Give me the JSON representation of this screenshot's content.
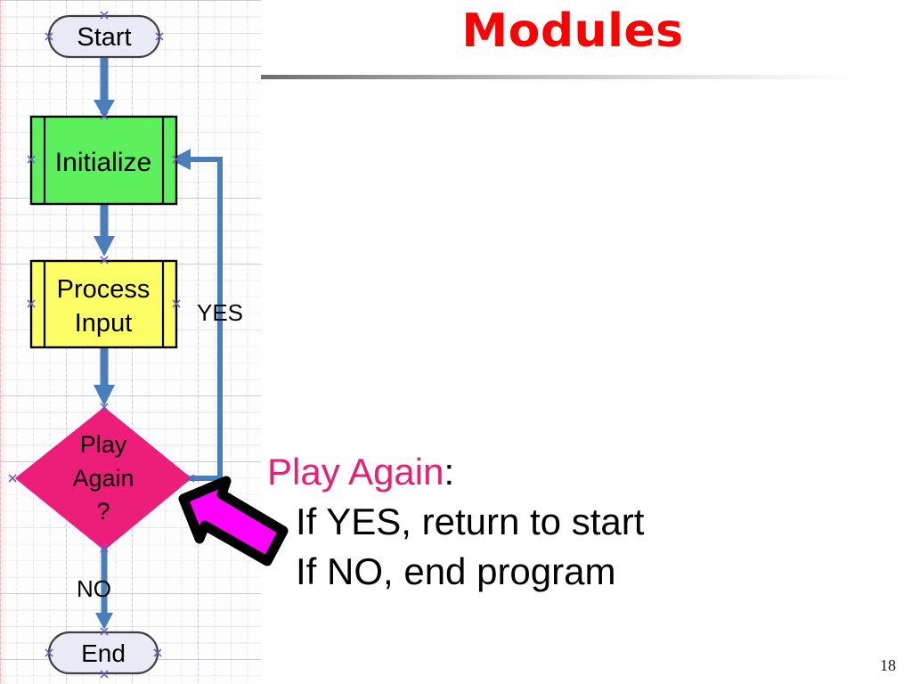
{
  "slide": {
    "title": "Modules",
    "title_color": "#ff0000",
    "page_number": "18",
    "background": "#ffffff"
  },
  "flowchart": {
    "nodes": [
      {
        "id": "start",
        "label": "Start",
        "shape": "terminator",
        "fill": "#e8ebf5",
        "stroke": "#404040"
      },
      {
        "id": "initialize",
        "label": "Initialize",
        "shape": "predefined-process",
        "fill": "#5cf05c",
        "stroke": "#000000"
      },
      {
        "id": "process",
        "label_line1": "Process",
        "label_line2": "Input",
        "shape": "predefined-process",
        "fill": "#fdfd66",
        "stroke": "#000000"
      },
      {
        "id": "decision",
        "label_line1": "Play",
        "label_line2": "Again",
        "label_line3": "?",
        "shape": "diamond",
        "fill": "#ed1e79",
        "stroke": "#ed1e79"
      },
      {
        "id": "end",
        "label": "End",
        "shape": "terminator",
        "fill": "#e8ebf5",
        "stroke": "#404040"
      }
    ],
    "edge_labels": [
      {
        "id": "yes",
        "text": "YES"
      },
      {
        "id": "no",
        "text": "NO"
      }
    ],
    "connector_color": "#4a7ebb",
    "handle_color": "#6a5acd"
  },
  "content": {
    "heading_accent": "Play Again",
    "heading_suffix": ":",
    "bullets": [
      "If YES, return to start",
      "If NO, end program"
    ]
  },
  "callout": {
    "name": "magenta-arrow",
    "fill": "#ff00ff",
    "outline": "#000000",
    "points_to": "decision"
  }
}
